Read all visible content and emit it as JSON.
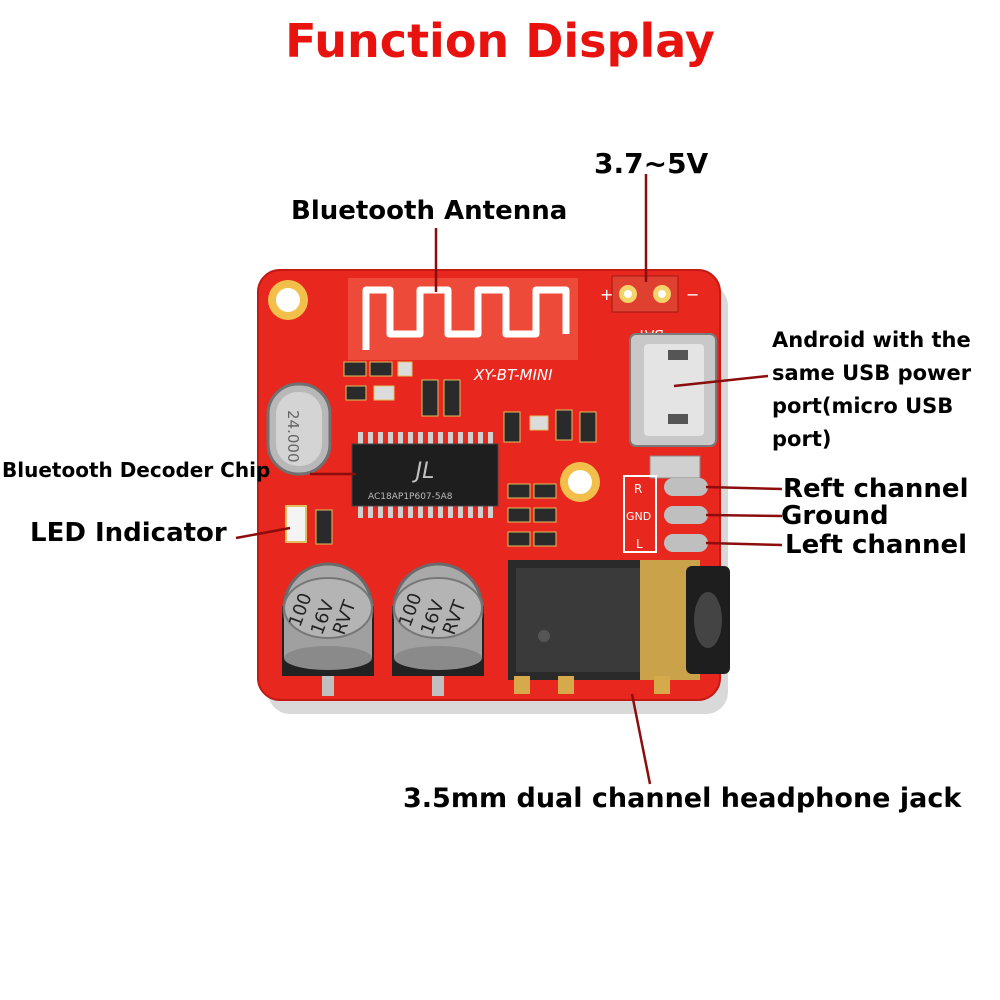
{
  "title": "Function Display",
  "labels": {
    "voltage": "3.7~5V",
    "antenna": "Bluetooth Antenna",
    "usb": [
      "Android with the",
      "same USB power",
      "port(micro USB",
      "port)"
    ],
    "decoder": "Bluetooth Decoder Chip",
    "led": "LED Indicator",
    "right_channel": "Reft channel",
    "ground": "Ground",
    "left_channel": "Left channel",
    "jack": "3.5mm dual channel headphone jack"
  },
  "board_markings": {
    "model": "XY-BT-MINI",
    "bat": "BAT",
    "plus": "+",
    "minus": "−",
    "crystal": "24.000",
    "chip_code": "AC18AP1P607-5A8",
    "pin_r": "R",
    "pin_gnd": "GND",
    "pin_l": "L",
    "cap_left": [
      "100",
      "16V",
      "RVT"
    ],
    "cap_right": [
      "100",
      "16V",
      "RVT"
    ]
  },
  "colors": {
    "title": "#e8130e",
    "board": "#e8271f",
    "leader_line": "#8b0d0d"
  }
}
